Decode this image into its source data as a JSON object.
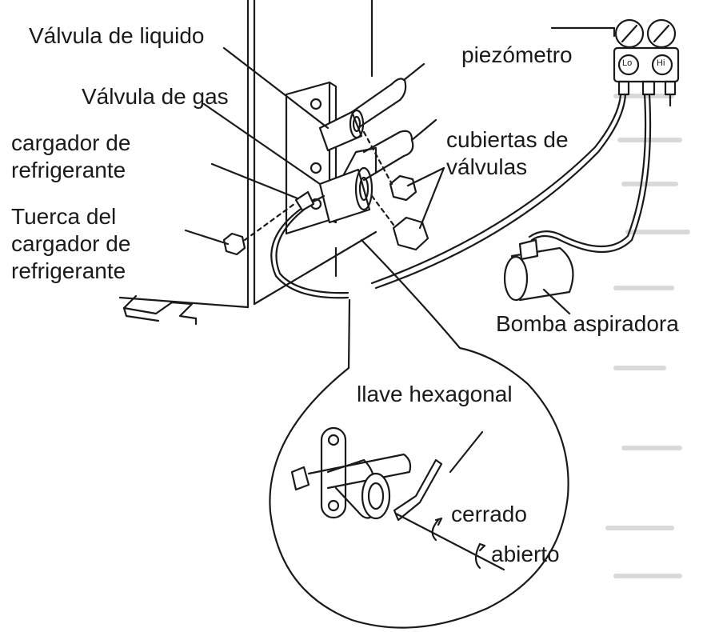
{
  "labels": {
    "liquid_valve": "Válvula de liquido",
    "gas_valve": "Válvula de gas",
    "refrigerant_charger": "cargador de refrigerante",
    "charger_nut": "Tuerca del cargador de refrigerante",
    "gauge": "piezómetro",
    "gauge_lo": "Lo",
    "gauge_hi": "Hi",
    "valve_caps": "cubiertas de válvulas",
    "vacuum_pump": "Bomba aspiradora",
    "hex_key": "llave hexagonal",
    "closed": "cerrado",
    "open": "abierto"
  },
  "colors": {
    "line": "#1a1a1a",
    "background": "#ffffff",
    "faded_text": "#c8c8c8"
  }
}
